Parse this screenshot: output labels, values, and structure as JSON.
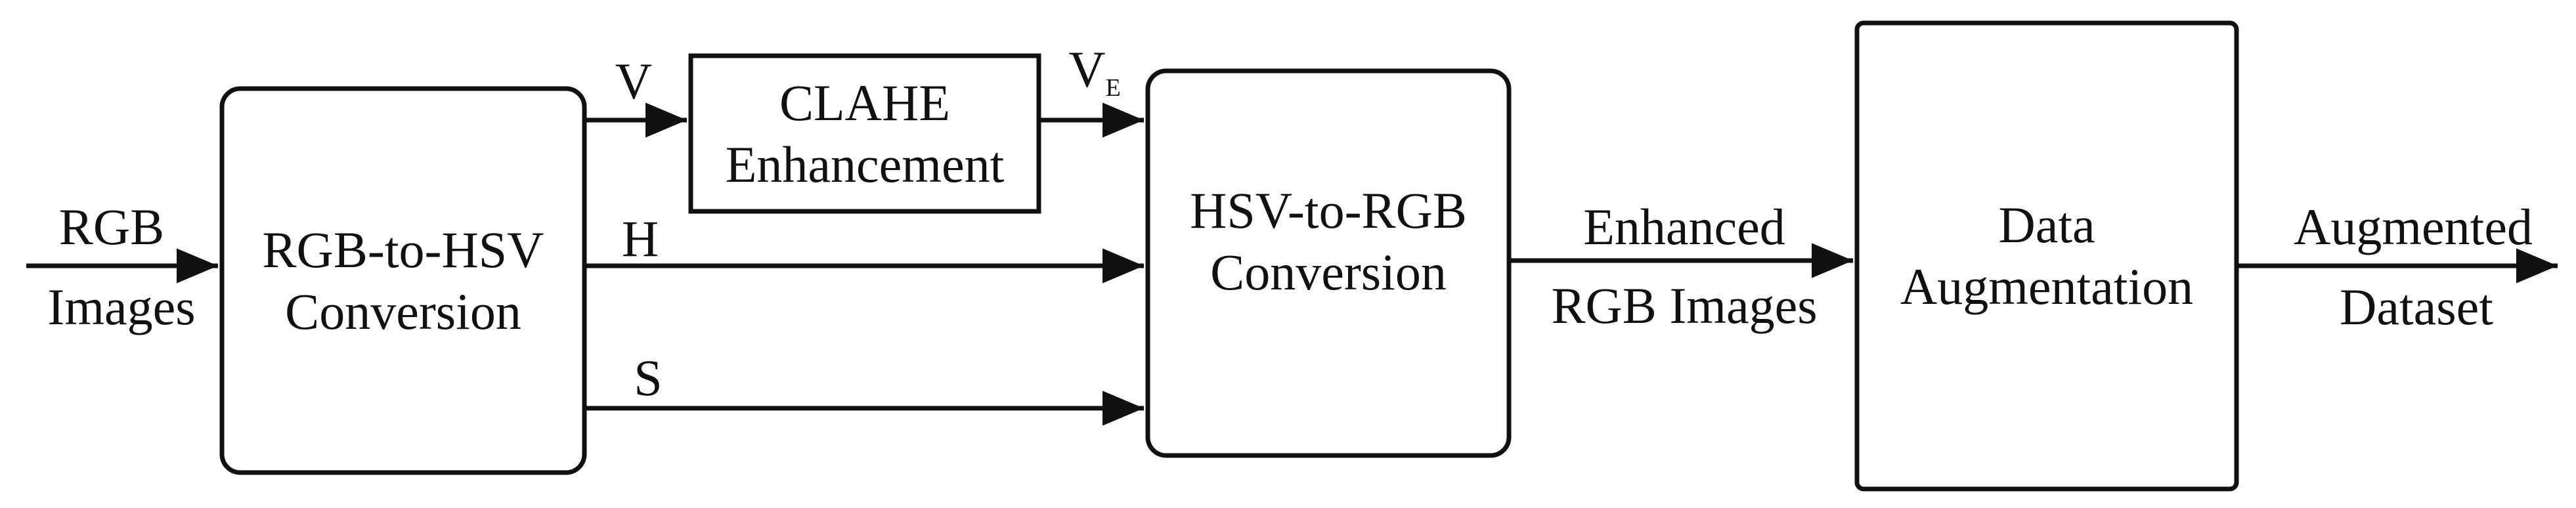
{
  "diagram": {
    "input": {
      "line1": "RGB",
      "line2": "Images"
    },
    "rgb_to_hsv": {
      "line1": "RGB-to-HSV",
      "line2": "Conversion"
    },
    "clahe": {
      "line1": "CLAHE",
      "line2": "Enhancement"
    },
    "hsv_to_rgb": {
      "line1": "HSV-to-RGB",
      "line2": "Conversion"
    },
    "enhanced": {
      "line1": "Enhanced",
      "line2": "RGB Images"
    },
    "augmentation": {
      "line1": "Data",
      "line2": "Augmentation"
    },
    "output": {
      "line1": "Augmented",
      "line2": "Dataset"
    },
    "channels": {
      "v": "V",
      "ve_main": "V",
      "ve_sub": "E",
      "h": "H",
      "s": "S"
    },
    "colors": {
      "stroke": "#111111",
      "background": "#ffffff"
    }
  }
}
